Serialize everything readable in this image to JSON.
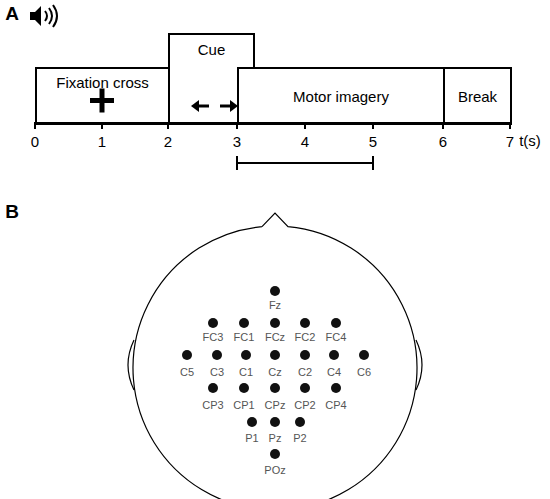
{
  "diagram": {
    "nodes": [
      {
        "text": [
          "Fixation cross"
        ]
      },
      {
        "text": [
          "Cue"
        ]
      },
      {
        "text": [
          "Motor imagery"
        ]
      },
      {
        "text": [
          "Break"
        ]
      }
    ],
    "labels": [
      "A",
      "0",
      "1",
      "2",
      "3",
      "4",
      "5",
      "6",
      "7",
      "t(s)",
      "B",
      "Fz",
      "FC3",
      "FC1",
      "FCz",
      "FC2",
      "FC4",
      "C5",
      "C3",
      "C1",
      "Cz",
      "C2",
      "C4",
      "C6",
      "CP3",
      "CP1",
      "CPz",
      "CP2",
      "CP4",
      "P1",
      "Pz",
      "P2",
      "POz"
    ]
  }
}
